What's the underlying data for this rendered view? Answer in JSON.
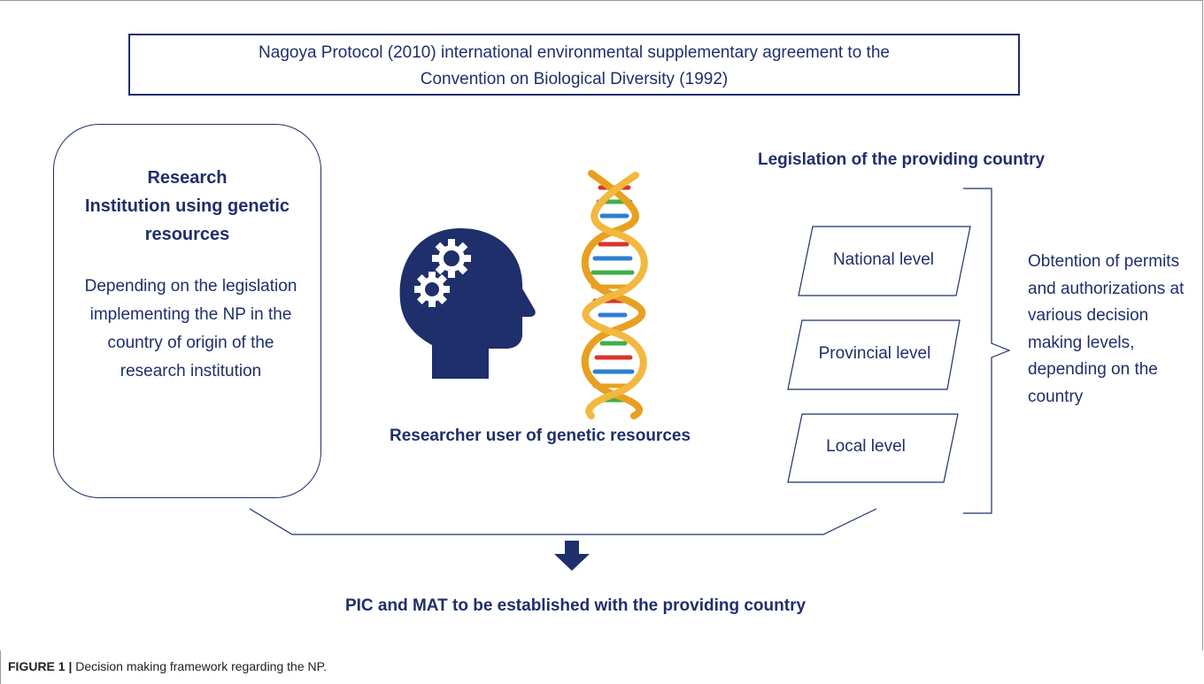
{
  "header": {
    "line1": "Nagoya Protocol (2010)  international environmental supplementary agreement to the",
    "line2": "Convention on Biological Diversity (1992)"
  },
  "institution": {
    "title_lines": [
      "Research",
      "Institution using genetic",
      "resources"
    ],
    "description": "Depending on the legislation implementing the NP in the country of origin of the research institution"
  },
  "researcher": {
    "label": "Researcher user of genetic resources",
    "icons": [
      "head-gears-icon",
      "dna-helix-icon"
    ]
  },
  "legislation": {
    "title": "Legislation of the providing country",
    "levels": [
      "National level",
      "Provincial level",
      "Local level"
    ],
    "note": "Obtention of permits and authorizations at various decision making levels, depending on the country"
  },
  "outcome": {
    "label": "PIC and MAT to be established with the providing country",
    "arrow_icon": "down-arrow-icon"
  },
  "caption": {
    "label": "FIGURE 1 |",
    "text": " Decision making framework regarding the NP."
  },
  "colors": {
    "primary": "#1f2f6b",
    "dna_gold": "#e8a020",
    "dna_red": "#d9342b",
    "dna_green": "#3fae49",
    "dna_blue": "#2e7fd0"
  }
}
